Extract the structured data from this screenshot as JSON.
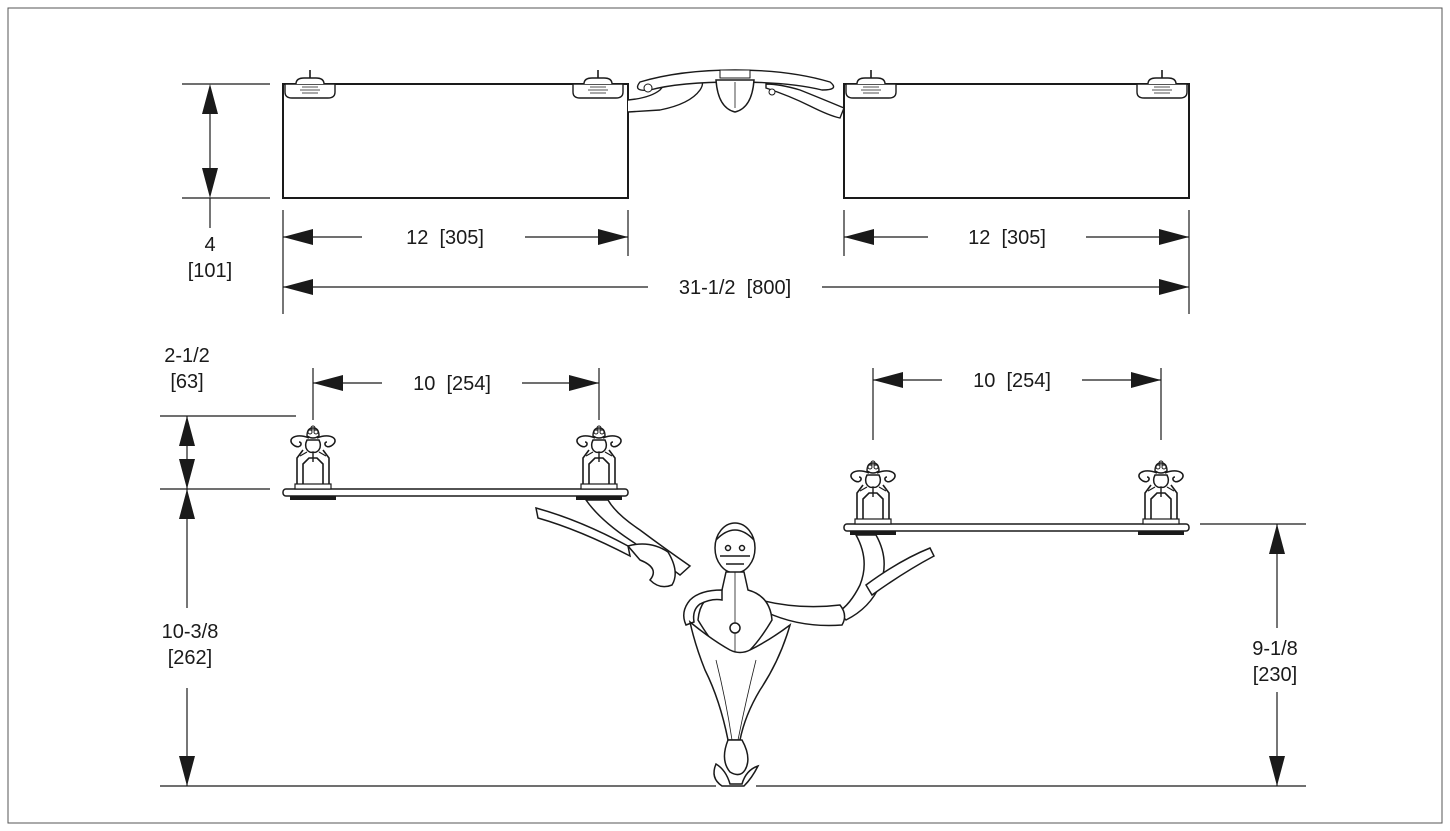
{
  "dimensions": {
    "shelf_height_inch": "4",
    "shelf_height_mm": "[101]",
    "left_shelf_length": "12  [305]",
    "right_shelf_length": "12  [305]",
    "overall_width": "31-1/2  [800]",
    "left_bracket_spacing": "10  [254]",
    "right_bracket_spacing": "10  [254]",
    "bracket_height_inch": "2-1/2",
    "bracket_height_mm": "[63]",
    "left_shelf_drop_inch": "10-3/8",
    "left_shelf_drop_mm": "[262]",
    "right_shelf_drop_inch": "9-1/8",
    "right_shelf_drop_mm": "[230]"
  },
  "colors": {
    "line": "#1a1a1a",
    "frame": "#555555",
    "background": "#ffffff"
  }
}
